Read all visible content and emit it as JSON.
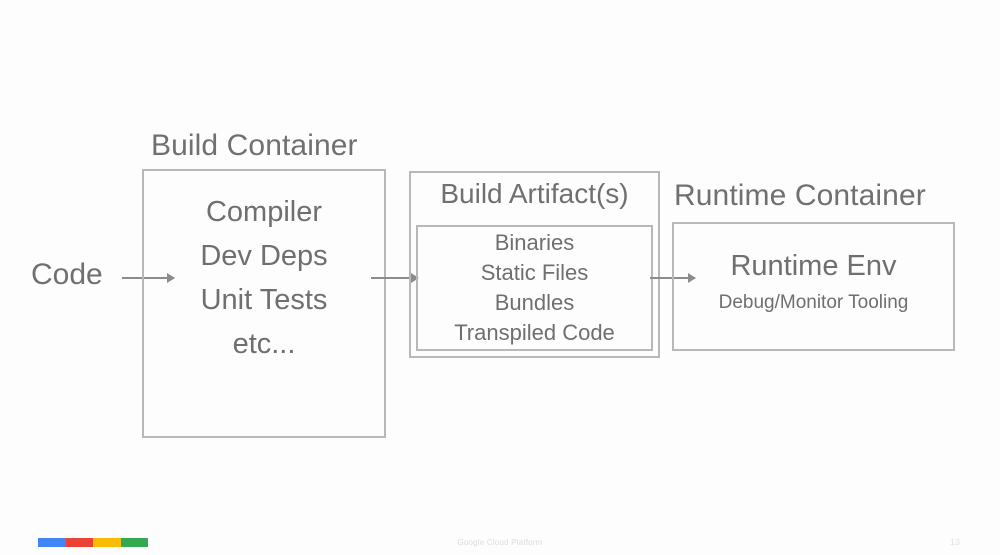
{
  "diagram": {
    "input": {
      "label": "Code"
    },
    "build_container": {
      "title": "Build Container",
      "items_text": "Compiler\nDev Deps\nUnit Tests\netc..."
    },
    "build_artifact": {
      "title": "Build Artifact(s)",
      "items_text": "Binaries\nStatic Files\nBundles\nTranspiled Code"
    },
    "runtime_container": {
      "title": "Runtime Container",
      "primary": "Runtime Env",
      "secondary": "Debug/Monitor Tooling"
    }
  },
  "footer": {
    "brand": "Google Cloud Platform",
    "page_number": "13",
    "logo_colors": [
      "#4285f4",
      "#ea4335",
      "#fbbc05",
      "#34a853"
    ]
  }
}
